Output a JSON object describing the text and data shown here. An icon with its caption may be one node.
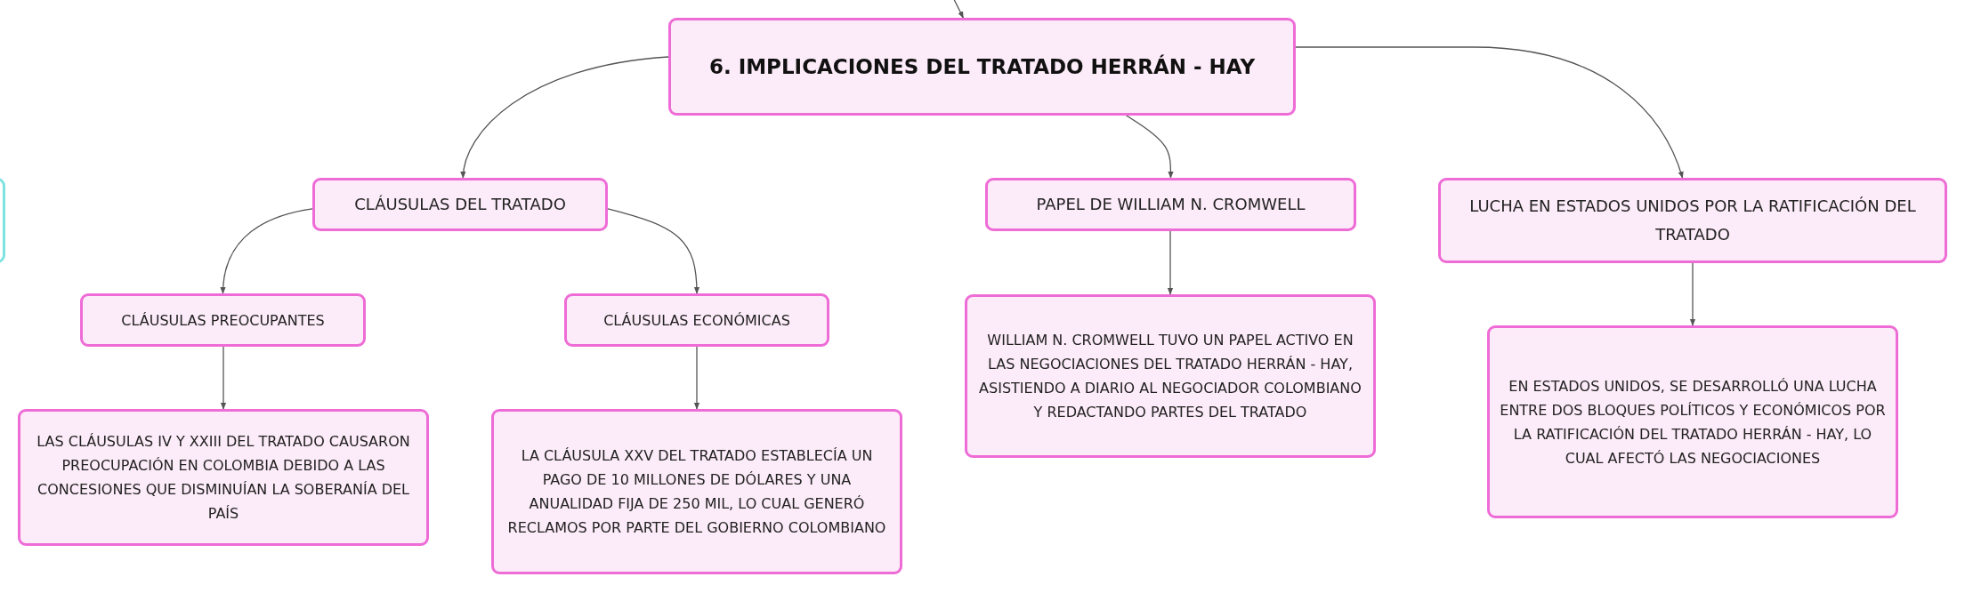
{
  "diagram": {
    "nodes": [
      {
        "text": [
          "6. IMPLICACIONES DEL TRATADO HERRÁN - HAY"
        ]
      },
      {
        "text": [
          "CLÁUSULAS DEL TRATADO"
        ]
      },
      {
        "text": [
          "PAPEL DE WILLIAM N. CROMWELL"
        ]
      },
      {
        "text": [
          "LUCHA EN ESTADOS UNIDOS POR LA RATIFICACIÓN DEL TRATADO"
        ]
      },
      {
        "text": [
          "CLÁUSULAS PREOCUPANTES"
        ]
      },
      {
        "text": [
          "CLÁUSULAS ECONÓMICAS"
        ]
      },
      {
        "text": [
          "LAS CLÁUSULAS IV Y XXIII DEL TRATADO CAUSARON PREOCUPACIÓN EN COLOMBIA DEBIDO A LAS CONCESIONES QUE DISMINUÍAN LA SOBERANÍA DEL PAÍS"
        ]
      },
      {
        "text": [
          "LA CLÁUSULA XXV DEL TRATADO ESTABLECÍA UN PAGO DE 10 MILLONES DE DÓLARES Y UNA ANUALIDAD FIJA DE 250 MIL, LO CUAL GENERÓ RECLAMOS POR PARTE DEL GOBIERNO COLOMBIANO"
        ]
      },
      {
        "text": [
          "WILLIAM N. CROMWELL TUVO UN PAPEL ACTIVO EN LAS NEGOCIACIONES DEL TRATADO HERRÁN - HAY, ASISTIENDO A DIARIO AL NEGOCIADOR COLOMBIANO Y REDACTANDO PARTES DEL TRATADO"
        ]
      },
      {
        "text": [
          "EN ESTADOS UNIDOS, SE DESARROLLÓ UNA LUCHA ENTRE DOS BLOQUES POLÍTICOS Y ECONÓMICOS POR LA RATIFICACIÓN DEL TRATADO HERRÁN - HAY, LO CUAL AFECTÓ LAS NEGOCIACIONES"
        ]
      },
      {
        "text": [],
        "shape": "box"
      }
    ],
    "edges": [
      {
        "from": null,
        "to": 0,
        "arrow": "to"
      },
      {
        "from": 0,
        "to": 1,
        "arrow": "to"
      },
      {
        "from": 0,
        "to": 2,
        "arrow": "to"
      },
      {
        "from": 0,
        "to": 3,
        "arrow": "to"
      },
      {
        "from": 1,
        "to": 4,
        "arrow": "to"
      },
      {
        "from": 1,
        "to": 5,
        "arrow": "to"
      },
      {
        "from": 4,
        "to": 6,
        "arrow": "to"
      },
      {
        "from": 5,
        "to": 7,
        "arrow": "to"
      },
      {
        "from": 2,
        "to": 8,
        "arrow": "to"
      },
      {
        "from": 3,
        "to": 9,
        "arrow": "to"
      }
    ]
  }
}
